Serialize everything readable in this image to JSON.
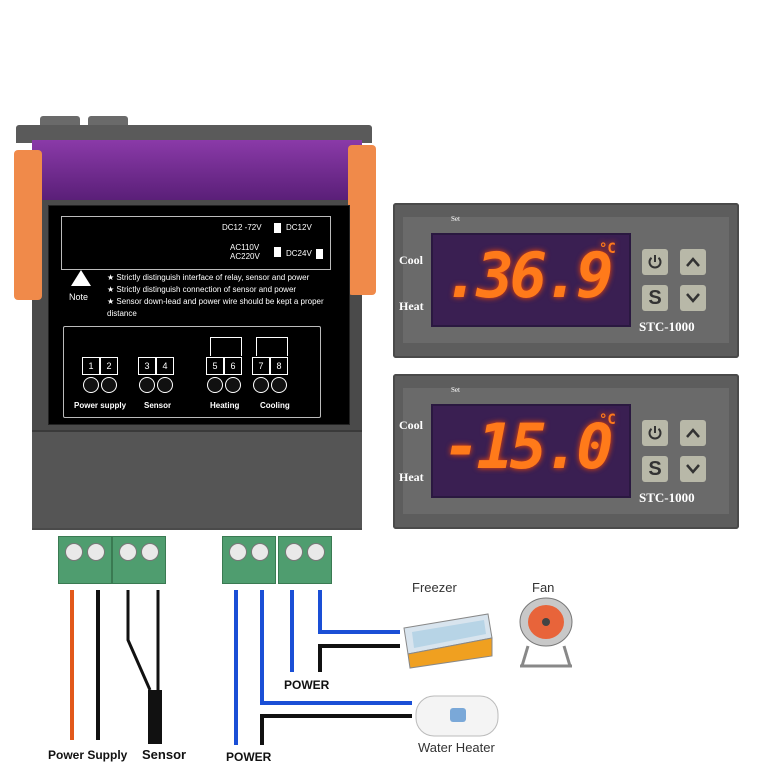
{
  "back_label": {
    "voltages": {
      "dc12_72": "DC12 -72V",
      "dc12": "DC12V",
      "ac110_220": "AC110V\nAC220V",
      "dc24": "DC24V"
    },
    "note_label": "Note",
    "notes": [
      "Strictly distinguish interface of relay, sensor and power",
      "Strictly distinguish connection of sensor and power",
      "Sensor down-lead and power wire should be kept a proper distance"
    ],
    "terminals": [
      "1",
      "2",
      "3",
      "4",
      "5",
      "6",
      "7",
      "8"
    ],
    "groups": [
      "Power supply",
      "Sensor",
      "Heating",
      "Cooling"
    ]
  },
  "thermostats": [
    {
      "set": "Set",
      "cool": "Cool",
      "heat": "Heat",
      "reading": ".36.9",
      "unit": "°C",
      "model": "STC-1000",
      "btn_s": "S"
    },
    {
      "set": "Set",
      "cool": "Cool",
      "heat": "Heat",
      "reading": "-15.0",
      "unit": "°C",
      "model": "STC-1000",
      "btn_s": "S"
    }
  ],
  "wiring": {
    "power_supply": "Power Supply",
    "sensor": "Sensor",
    "power_left": "POWER",
    "power_mid": "POWER",
    "freezer": "Freezer",
    "fan": "Fan",
    "water_heater": "Water Heater"
  },
  "colors": {
    "clip": "#f08a4a",
    "display_digits": "#ff7a1a",
    "terminal_block": "#4f9d6f",
    "wire_orange": "#e2581a",
    "wire_blue": "#1a4fd6",
    "wire_black": "#111111"
  }
}
